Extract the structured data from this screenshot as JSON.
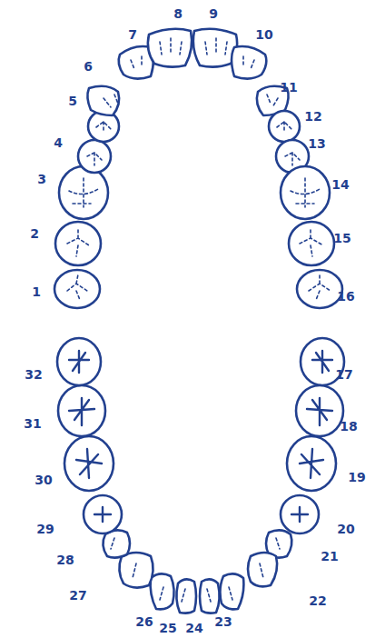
{
  "diagram": {
    "labels": [
      "8",
      "9",
      "7",
      "10",
      "6",
      "11",
      "5",
      "12",
      "4",
      "13",
      "3",
      "14",
      "2",
      "15",
      "1",
      "16",
      "32",
      "17",
      "31",
      "18",
      "30",
      "19",
      "29",
      "20",
      "28",
      "21",
      "27",
      "22",
      "26",
      "25",
      "24",
      "23"
    ]
  }
}
